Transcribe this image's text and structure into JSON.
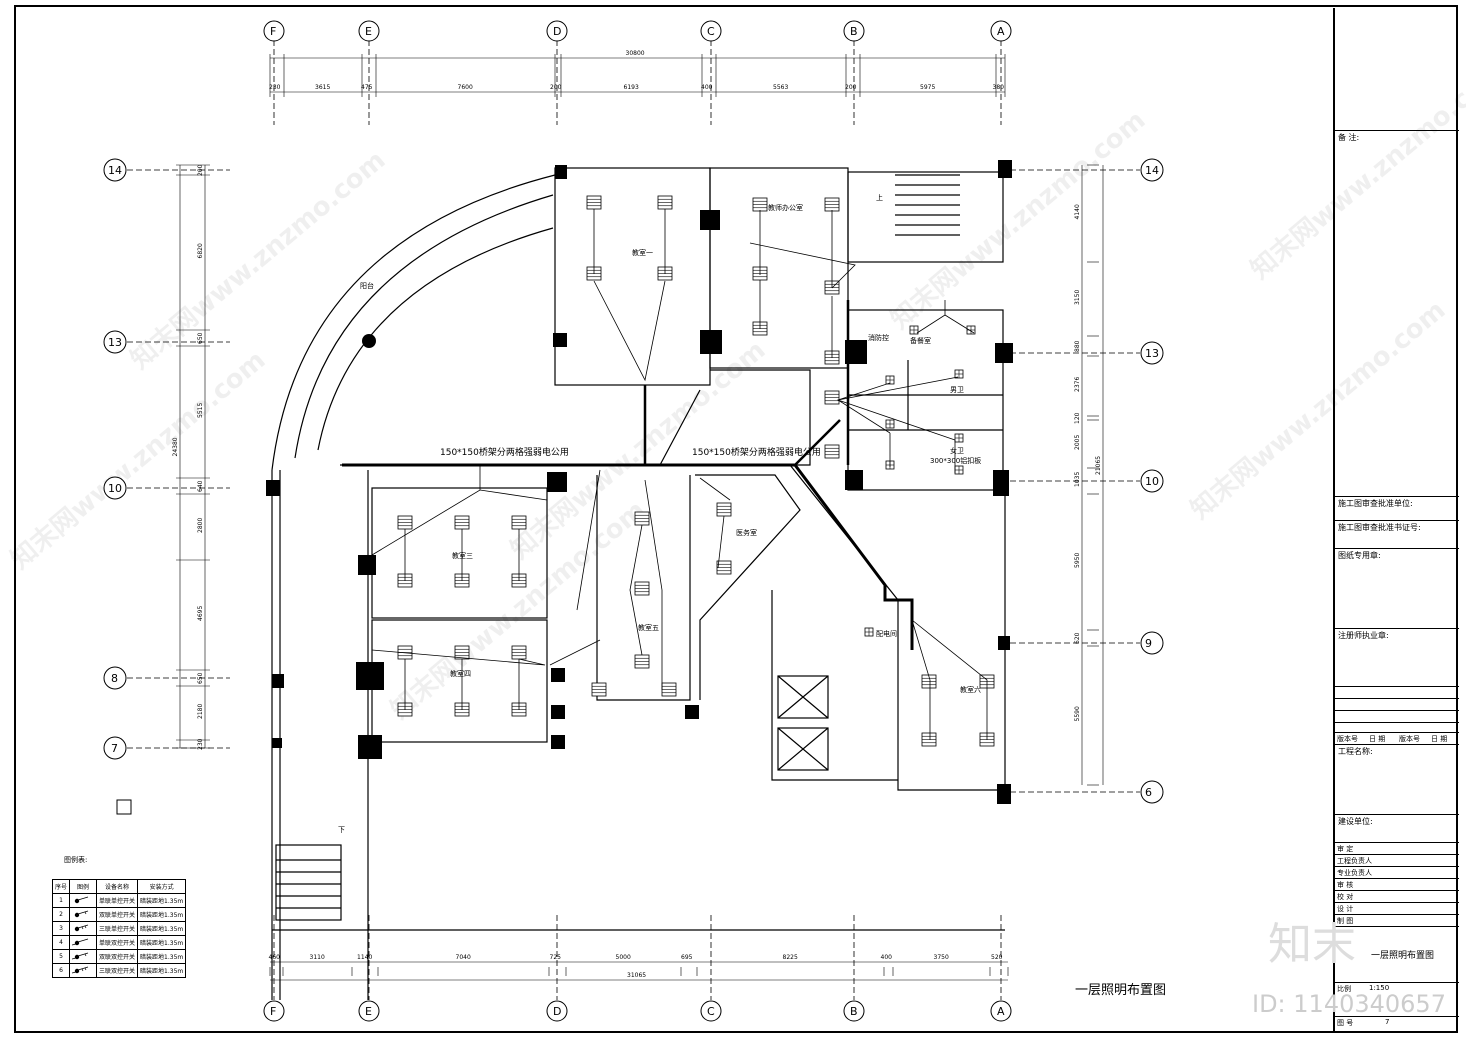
{
  "axes_top": [
    "F",
    "E",
    "D",
    "C",
    "B",
    "A"
  ],
  "axes_bottom": [
    "F",
    "E",
    "D",
    "C",
    "B",
    "A"
  ],
  "axes_right": [
    "14",
    "13",
    "10",
    "9",
    "6"
  ],
  "axes_left": [
    "14",
    "13",
    "10",
    "8",
    "7"
  ],
  "top_total": "30800",
  "top_dims": [
    "230",
    "3615",
    "475",
    "7600",
    "200",
    "6193",
    "400",
    "5563",
    "200",
    "5975",
    "380"
  ],
  "bottom_total": "31065",
  "bottom_dims": [
    "460",
    "3110",
    "1140",
    "7040",
    "725",
    "5000",
    "695",
    "8225",
    "400",
    "3750",
    "520"
  ],
  "left_total": "24380",
  "left_dims": [
    "200",
    "6820",
    "650",
    "5515",
    "640",
    "2800",
    "4695",
    "650",
    "2180",
    "230"
  ],
  "right_total": "21065",
  "right_dims": [
    "4140",
    "3150",
    "880",
    "2376",
    "120",
    "2005",
    "1035",
    "5950",
    "620",
    "5590"
  ],
  "rooms": {
    "balcony": "阳台",
    "classroom1": "教室一",
    "teacher_office": "教师办公室",
    "prep_room": "备餐室",
    "fire_room": "消防控",
    "mens_wc": "男卫",
    "womens_wc": "女卫",
    "ceiling_note": "300*300铝扣板",
    "classroom3": "教室三",
    "classroom4": "教室四",
    "classroom5": "教室五",
    "medical": "医务室",
    "power_room": "配电间",
    "classroom6": "教室六",
    "stair_down": "下",
    "stair_up": "上"
  },
  "tray_label": "150*150桥架分两格强弱电公用",
  "legend": {
    "title": "图例表:",
    "headers": [
      "序号",
      "图例",
      "设备名称",
      "安装方式"
    ],
    "rows": [
      [
        "1",
        "单联单控开关",
        "暗装距地1.35m"
      ],
      [
        "2",
        "双联单控开关",
        "暗装距地1.35m"
      ],
      [
        "3",
        "三联单控开关",
        "暗装距地1.35m"
      ],
      [
        "4",
        "单联双控开关",
        "暗装距地1.35m"
      ],
      [
        "5",
        "双联双控开关",
        "暗装距地1.35m"
      ],
      [
        "6",
        "三联双控开关",
        "暗装距地1.35m"
      ]
    ]
  },
  "drawing_title": "一层照明布置图",
  "title_block": {
    "remarks": "备  注:",
    "review_unit": "施工图审查批准单位:",
    "review_cert": "施工图审查批准书证号:",
    "seal": "图纸专用章:",
    "engineer_seal": "注册师执业章:",
    "version": "版本号",
    "date": "日 期",
    "version2": "版本号",
    "date2": "日 期",
    "project": "工程名称:",
    "client": "建设单位:",
    "approve": "审    定",
    "project_lead": "工程负责人",
    "discipline_lead": "专业负责人",
    "review": "审    核",
    "check": "校    对",
    "design": "设    计",
    "draw": "制    图",
    "sheet_title": "一层照明布置图",
    "scale_label": "比例",
    "scale": "1:150",
    "sheet_no_label": "图  号",
    "sheet_no": "7"
  },
  "watermark": "知末网www.znzmo.com",
  "brand": "知末",
  "image_id": "ID: 1140340657"
}
